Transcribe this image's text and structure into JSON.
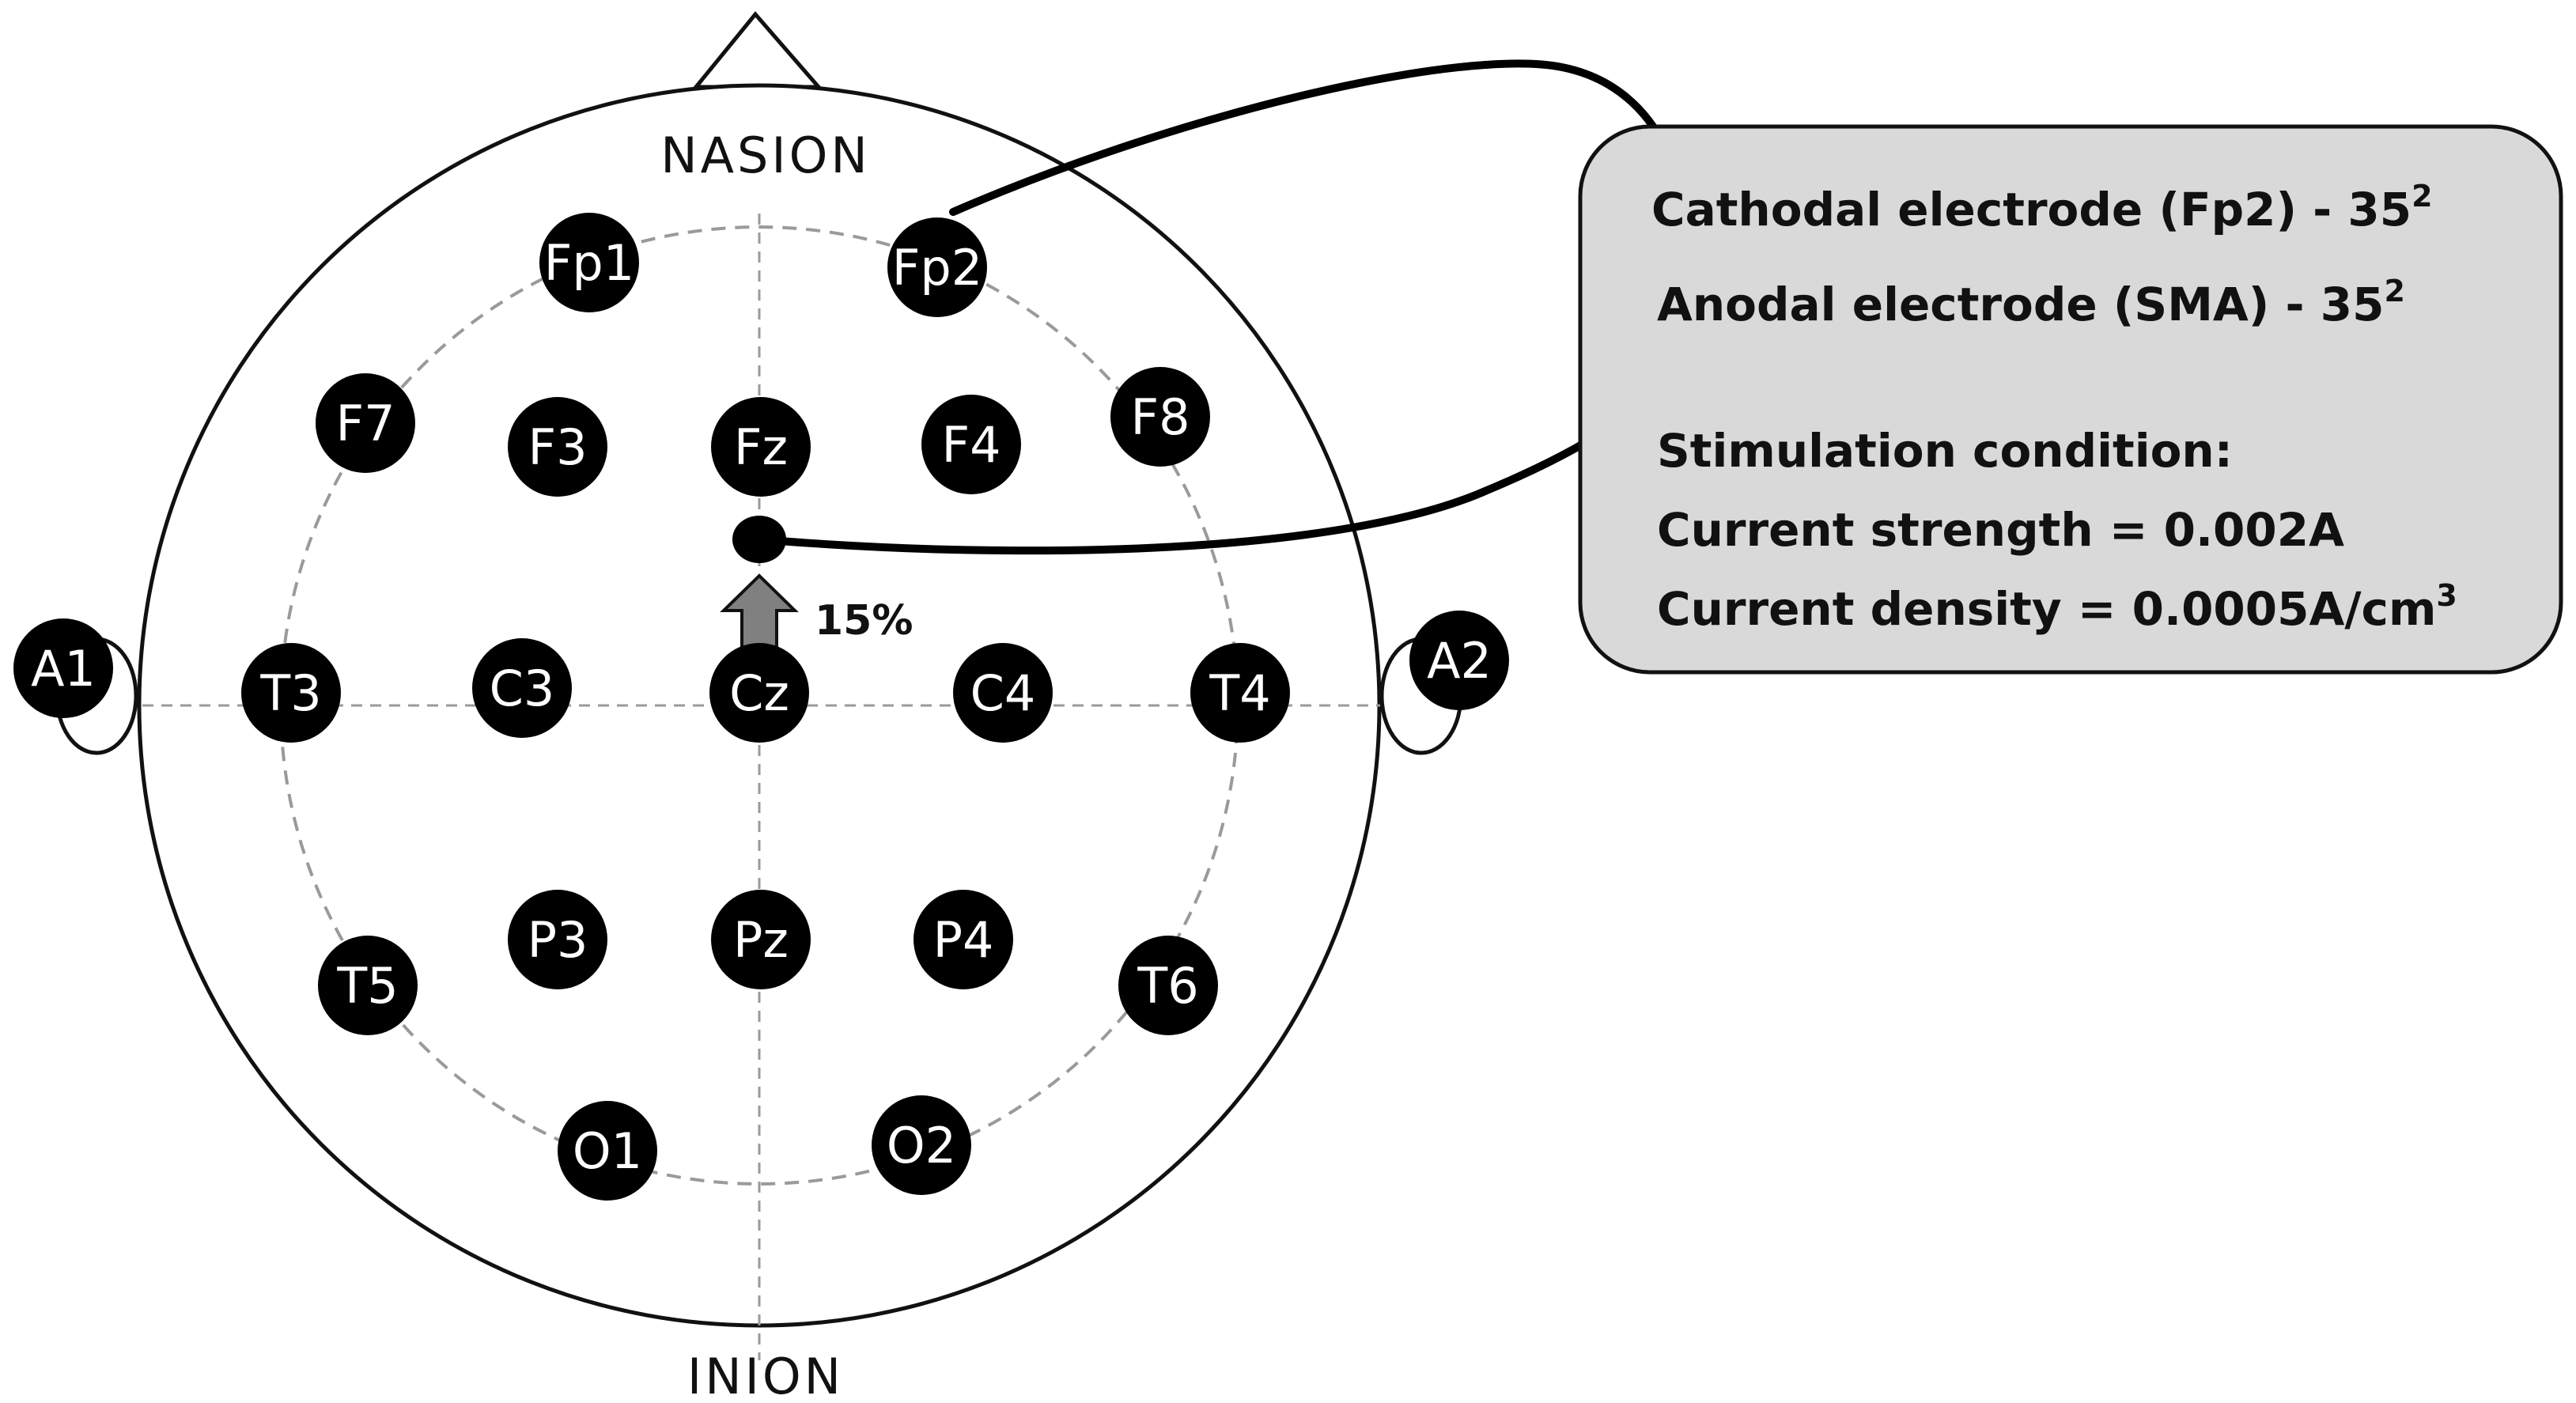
{
  "landmarks": {
    "nasion": "NASION",
    "inion": "INION"
  },
  "electrodes": [
    {
      "id": "fp1",
      "label": "Fp1"
    },
    {
      "id": "fp2",
      "label": "Fp2"
    },
    {
      "id": "f7",
      "label": "F7"
    },
    {
      "id": "f3",
      "label": "F3"
    },
    {
      "id": "fz",
      "label": "Fz"
    },
    {
      "id": "f4",
      "label": "F4"
    },
    {
      "id": "f8",
      "label": "F8"
    },
    {
      "id": "a1",
      "label": "A1"
    },
    {
      "id": "t3",
      "label": "T3"
    },
    {
      "id": "c3",
      "label": "C3"
    },
    {
      "id": "cz",
      "label": "Cz"
    },
    {
      "id": "c4",
      "label": "C4"
    },
    {
      "id": "t4",
      "label": "T4"
    },
    {
      "id": "a2",
      "label": "A2"
    },
    {
      "id": "p3",
      "label": "P3"
    },
    {
      "id": "pz",
      "label": "Pz"
    },
    {
      "id": "p4",
      "label": "P4"
    },
    {
      "id": "t5",
      "label": "T5"
    },
    {
      "id": "t6",
      "label": "T6"
    },
    {
      "id": "o1",
      "label": "O1"
    },
    {
      "id": "o2",
      "label": "O2"
    }
  ],
  "shift_label": "15%",
  "info_box": {
    "cathodal": "Cathodal electrode (Fp2) - 35",
    "cathodal_sup": "2",
    "anodal": "Anodal electrode (SMA) - 35",
    "anodal_sup": "2",
    "condition_heading": "Stimulation condition:",
    "current_strength": "Current strength = 0.002A",
    "current_density": "Current density = 0.0005A/cm",
    "current_density_sup": "3"
  },
  "colors": {
    "electrode_fill": "#000000",
    "box_fill": "#d9d9d9",
    "arrow_fill": "#808080",
    "guide_line": "#9a9a9a"
  }
}
